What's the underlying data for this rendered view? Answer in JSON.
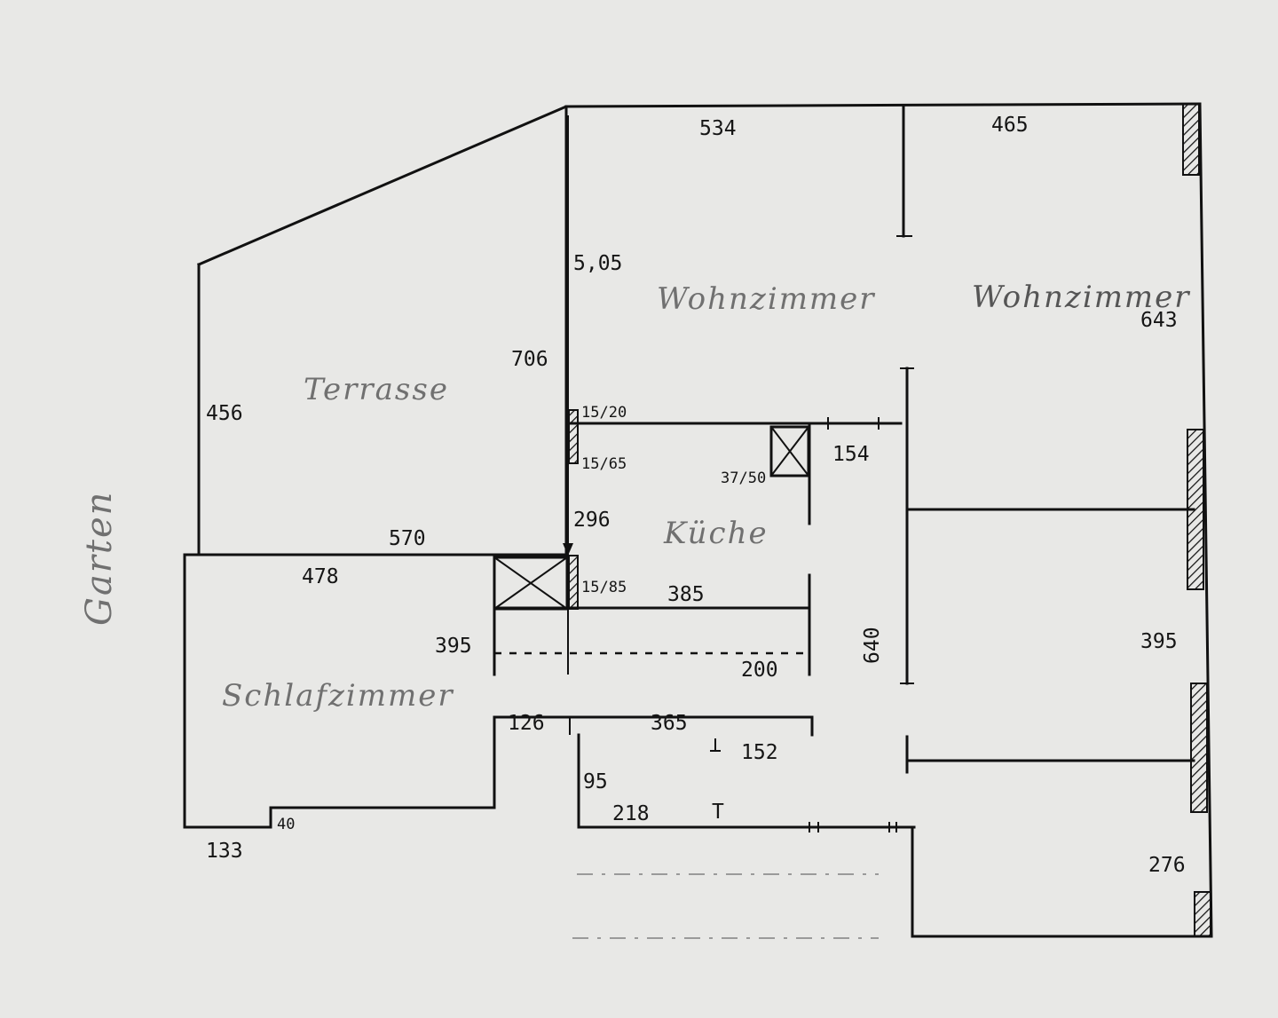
{
  "rooms": {
    "wohnzimmer_1": "Wohnzimmer",
    "wohnzimmer_2": "Wohnzimmer",
    "terrasse": "Terrasse",
    "kueche": "Küche",
    "schlafzimmer": "Schlafzimmer",
    "garten": "Garten"
  },
  "dimensions": {
    "d534": "534",
    "d465": "465",
    "d505": "5,05",
    "d706": "706",
    "d643": "643",
    "d456": "456",
    "d15_20": "15/20",
    "d15_65": "15/65",
    "d154": "154",
    "d37_50": "37/50",
    "d296": "296",
    "d570": "570",
    "d478": "478",
    "d15_85": "15/85",
    "d385": "385",
    "d395_left": "395",
    "d640": "640",
    "d395_right": "395",
    "d200": "200",
    "d126": "126",
    "d365": "365",
    "d152": "152",
    "d95": "95",
    "d218": "218",
    "d_t": "T",
    "d40": "40",
    "d133": "133",
    "d276": "276"
  },
  "colors": {
    "paper": "#e8e8e6",
    "ink": "#111111",
    "pencil": "#707070"
  }
}
